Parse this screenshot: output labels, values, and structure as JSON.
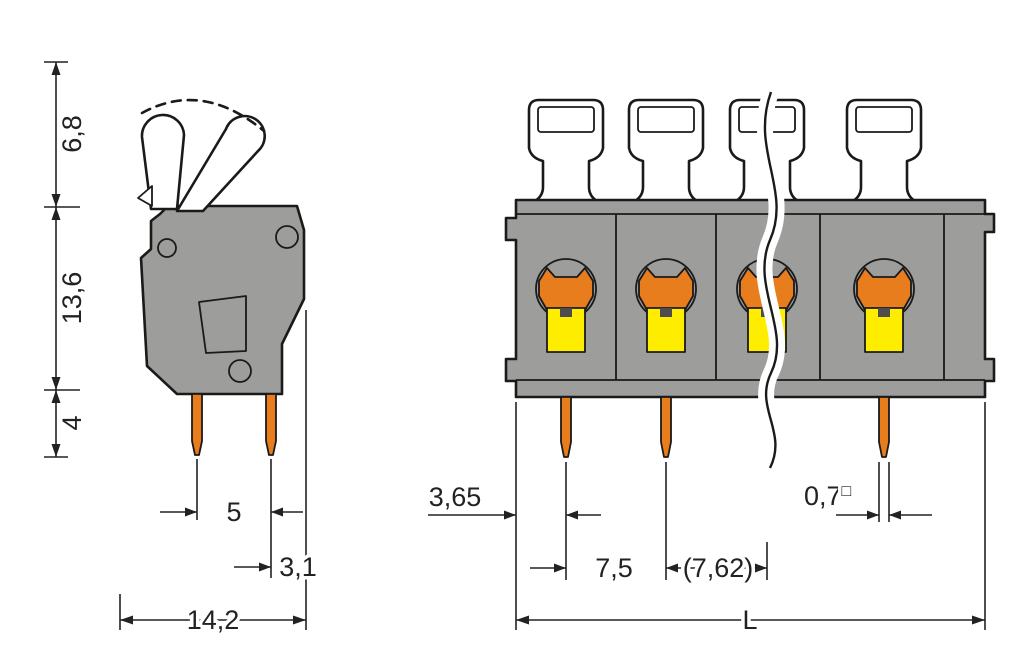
{
  "diagram": {
    "type": "technical-dimension-drawing",
    "views": {
      "side": {
        "dims": {
          "lever_height": "6,8",
          "body_height": "13,6",
          "pin_length": "4",
          "pin_spacing": "5",
          "pin_edge_offset": "3,1",
          "overall_depth": "14,2"
        }
      },
      "front": {
        "dims": {
          "edge_to_first_pole": "3,65",
          "pole_pitch": "7,5",
          "pole_pitch_alt": "(7,62)",
          "pin_width": "0,7",
          "pin_width_suffix": "□",
          "overall_length": "L"
        }
      }
    },
    "colors": {
      "body_gray": "#9d9d9c",
      "conductor_orange": "#e87d1e",
      "clamp_yellow": "#ffed00",
      "line_black": "#1a1a1a"
    }
  }
}
